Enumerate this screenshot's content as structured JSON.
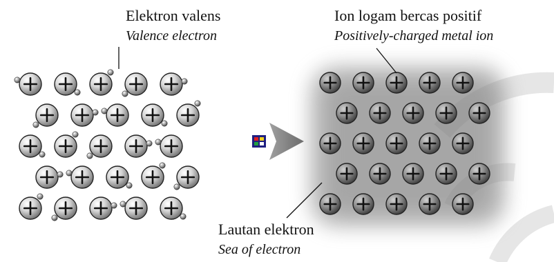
{
  "labels": {
    "valence": {
      "main": "Elektron valens",
      "sub": "Valence electron"
    },
    "ion": {
      "main": "Ion logam bercas positif",
      "sub": "Positively-charged metal ion"
    },
    "sea": {
      "main": "Lautan elektron",
      "sub": "Sea of electron"
    }
  },
  "lattice": {
    "rows": 5,
    "ions_per_row": [
      5,
      5,
      5,
      5,
      5
    ],
    "ion_symbol": "+"
  },
  "icons": {
    "transition": "arrow-right-icon",
    "badge": "small-flag-badge-icon",
    "ion": "positive-ion-icon",
    "electron": "electron-icon"
  },
  "colors": {
    "ion_light": "#f2f2f2",
    "ion_mid": "#a8a8a8",
    "ion_dark": "#4a4a4a",
    "sea": "#8a8a8a",
    "arrow": "#7b7b7b",
    "watermark": "#e4e4e4"
  }
}
